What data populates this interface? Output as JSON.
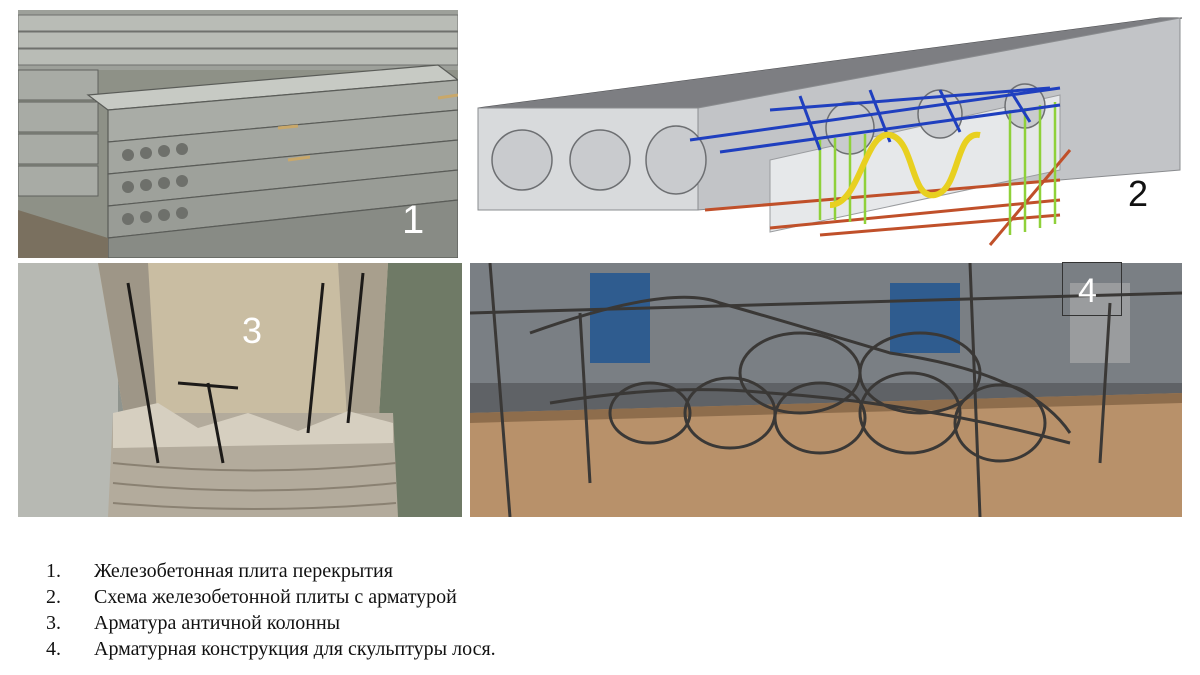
{
  "panels": [
    {
      "id": "1",
      "number": "1",
      "content": "photo-concrete-slabs"
    },
    {
      "id": "2",
      "number": "2",
      "content": "diagram-slab-reinforcement"
    },
    {
      "id": "3",
      "number": "3",
      "content": "photo-column-rebar"
    },
    {
      "id": "4",
      "number": "4",
      "content": "photo-rebar-frame"
    }
  ],
  "legend": [
    {
      "index": "1.",
      "text": "Железобетонная плита перекрытия"
    },
    {
      "index": "2.",
      "text": "Схема железобетонной плиты с арматурой"
    },
    {
      "index": "3.",
      "text": "Арматура античной колонны"
    },
    {
      "index": "4.",
      "text": "Арматурная конструкция для скульптуры лося."
    }
  ],
  "colors": {
    "rebar_blue": "#1f3fbf",
    "rebar_green": "#8fd13a",
    "rebar_orange": "#c0502a",
    "rebar_yellow": "#e8d020",
    "concrete": "#cfd1d4"
  }
}
